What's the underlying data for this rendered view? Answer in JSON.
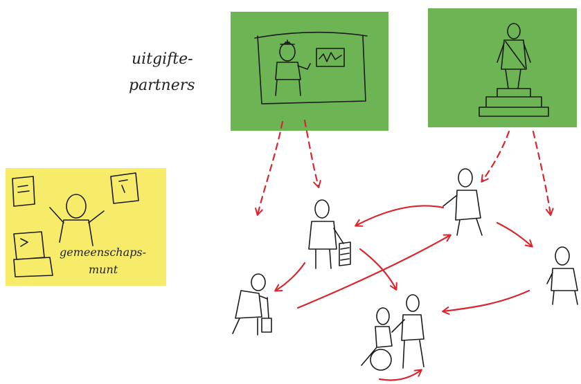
{
  "labels": {
    "partners_line1": "uitgifte-",
    "partners_line2": "partners",
    "mint_line1": "gemeenschaps-",
    "mint_line2": "munt"
  },
  "colors": {
    "card_green": "#6db455",
    "card_yellow": "#f6ec6a",
    "arrow_red": "#d9252e",
    "ink": "#1a1a1a"
  },
  "icons": {
    "doctor_card": "doctor-with-monitor-icon",
    "statue_card": "statue-on-pedestal-icon",
    "mint_card": "person-at-laptop-icon"
  }
}
